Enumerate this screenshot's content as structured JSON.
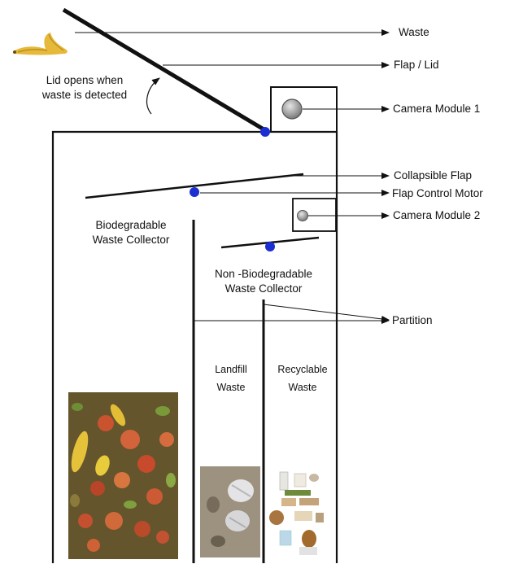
{
  "labels": {
    "waste": "Waste",
    "flap_lid": "Flap / Lid",
    "lid_note_line1": "Lid opens when",
    "lid_note_line2": "waste is detected",
    "camera_module_1": "Camera Module 1",
    "collapsible_flap": "Collapsible Flap",
    "flap_control_motor": "Flap Control Motor",
    "camera_module_2": "Camera Module 2",
    "bio_collector_line1": "Biodegradable",
    "bio_collector_line2": "Waste Collector",
    "nonbio_collector_line1": "Non -Biodegradable",
    "nonbio_collector_line2": "Waste Collector",
    "partition": "Partition",
    "landfill_line1": "Landfill",
    "landfill_line2": "Waste",
    "recyclable_line1": "Recyclable",
    "recyclable_line2": "Waste"
  },
  "colors": {
    "outline": "#111111",
    "motor_dot": "#1c2fd0",
    "camera_lens": "#9a9a9a"
  }
}
